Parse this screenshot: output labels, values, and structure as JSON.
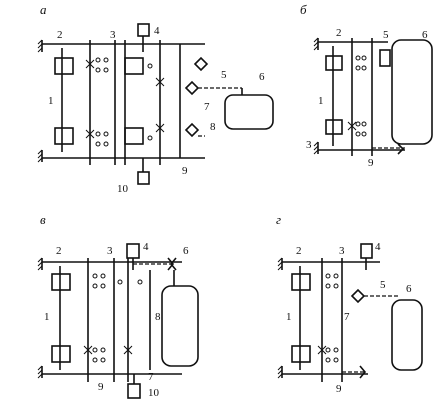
{
  "panels": [
    {
      "id": "a",
      "letter": "а",
      "labels": {
        "n1": "1",
        "n2": "2",
        "n3": "3",
        "n4": "4",
        "n5": "5",
        "n6": "6",
        "n7": "7",
        "n8": "8",
        "n9": "9",
        "n10": "10"
      }
    },
    {
      "id": "b",
      "letter": "б",
      "labels": {
        "n1": "1",
        "n2": "2",
        "n3": "3",
        "n5": "5",
        "n6": "6",
        "n9": "9"
      }
    },
    {
      "id": "c",
      "letter": "в",
      "labels": {
        "n1": "1",
        "n2": "2",
        "n3": "3",
        "n4": "4",
        "n6": "6",
        "n7": "7",
        "n8": "8",
        "n9": "9",
        "n10": "10"
      }
    },
    {
      "id": "d",
      "letter": "г",
      "labels": {
        "n1": "1",
        "n2": "2",
        "n3": "3",
        "n4": "4",
        "n5": "5",
        "n6": "6",
        "n7": "7",
        "n9": "9"
      }
    }
  ]
}
